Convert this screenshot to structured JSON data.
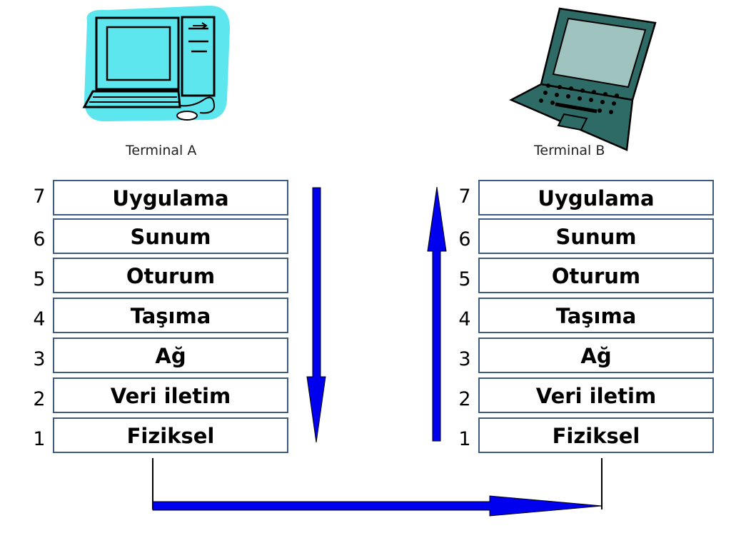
{
  "terminals": {
    "a": {
      "label": "Terminal A",
      "icon": "desktop-computer-icon"
    },
    "b": {
      "label": "Terminal B",
      "icon": "laptop-icon"
    }
  },
  "layers": [
    {
      "number": "7",
      "name": "Uygulama"
    },
    {
      "number": "6",
      "name": "Sunum"
    },
    {
      "number": "5",
      "name": "Oturum"
    },
    {
      "number": "4",
      "name": "Taşıma"
    },
    {
      "number": "3",
      "name": "Ağ"
    },
    {
      "number": "2",
      "name": "Veri iletim"
    },
    {
      "number": "1",
      "name": "Fiziksel"
    }
  ],
  "colors": {
    "arrow": "#0000ee",
    "layer_border": "#3d5a80",
    "monitor_bg": "#5ee6ee",
    "laptop_body": "#2f6b66"
  }
}
